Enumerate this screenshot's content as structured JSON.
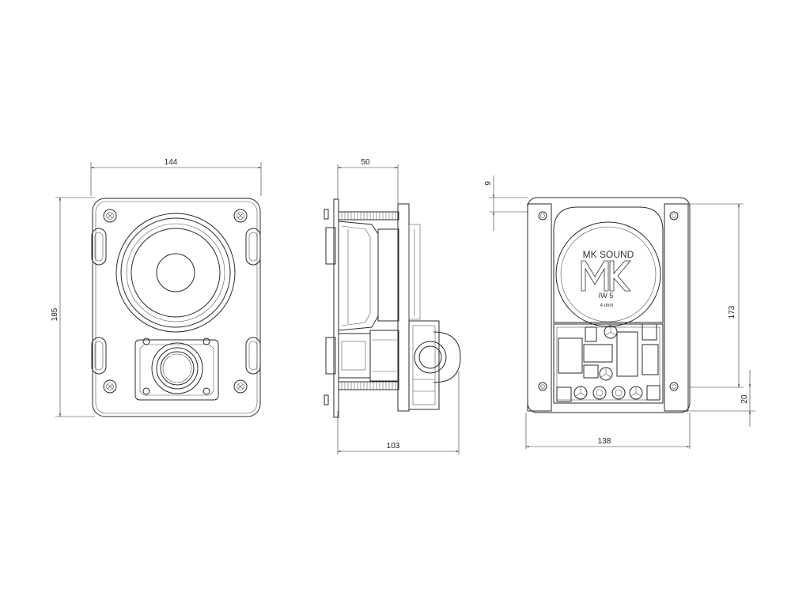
{
  "dimensions": {
    "front_width": "144",
    "front_height": "185",
    "side_depth_top": "50",
    "side_depth_bottom": "103",
    "rear_width": "138",
    "rear_height": "173",
    "rear_top_offset": "9",
    "rear_bottom_offset": "20"
  },
  "logo": {
    "brand": "MK SOUND",
    "model": "IW 5",
    "impedance": "4 ohm"
  },
  "colors": {
    "line": "#2a2a2a",
    "background": "#ffffff"
  }
}
